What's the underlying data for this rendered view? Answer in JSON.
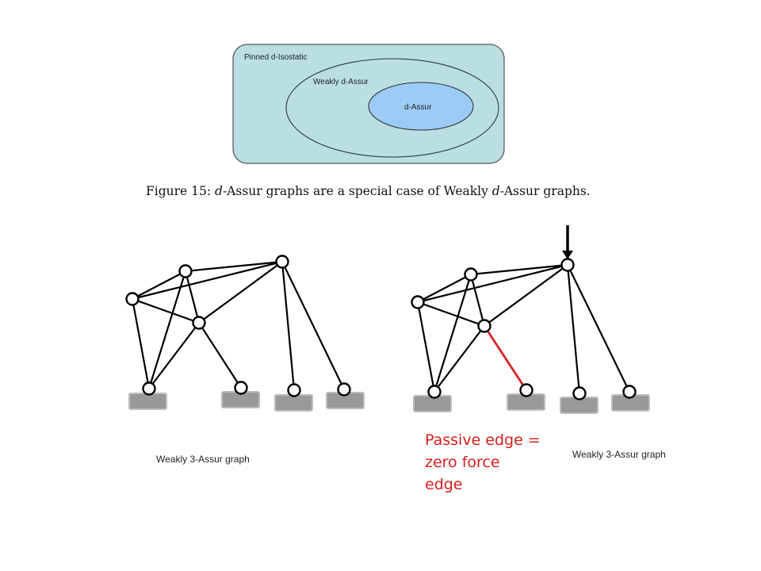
{
  "venn": {
    "outer_label": "Pinned d-Isostatic",
    "middle_label": "Weakly d-Assur",
    "inner_label": "d-Assur",
    "colors": {
      "outer_fill": "#b9dfe3",
      "inner_fill": "#9bcbf6",
      "stroke": "#444444"
    }
  },
  "caption": {
    "prefix": "Figure 15: ",
    "d1": "d",
    "mid": "-Assur graphs are a special case of Weakly ",
    "d2": "d",
    "suffix": "-Assur graphs."
  },
  "graphs": {
    "left_label": "Weakly 3-Assur graph",
    "right_label": "Weakly 3-Assur graph",
    "passive_lines": [
      "Passive edge =",
      "zero force",
      "edge"
    ],
    "colors": {
      "edge": "#000000",
      "passive_edge": "#e02020",
      "ground": "#999999",
      "ground_stroke": "#bdbdbd",
      "node_fill": "#ffffff"
    }
  }
}
